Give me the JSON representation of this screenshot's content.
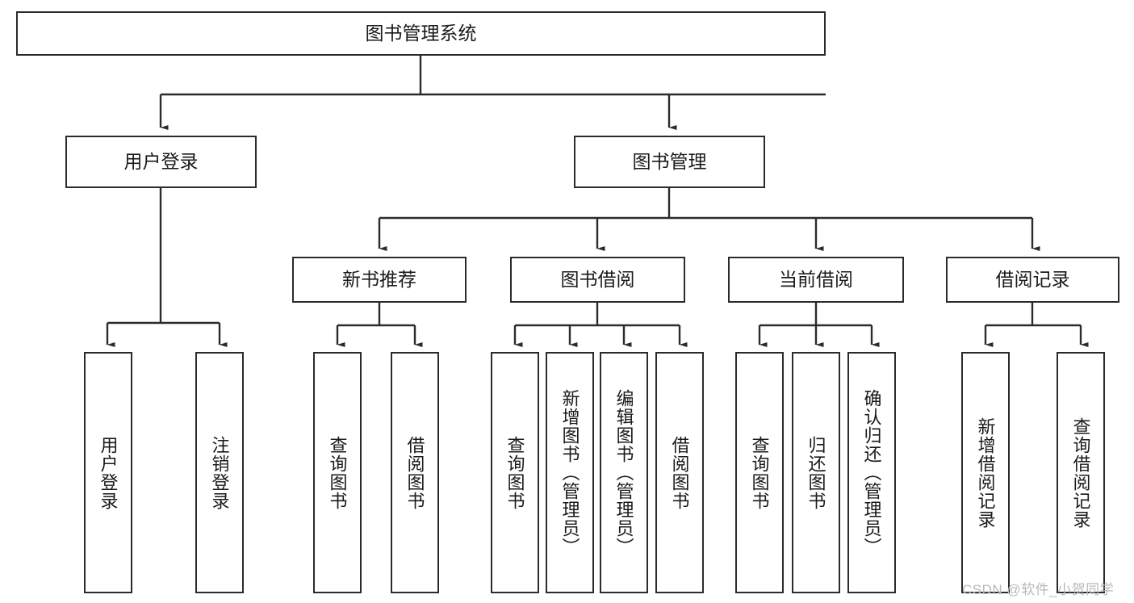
{
  "diagram": {
    "type": "tree-hierarchy-chart",
    "title_text": "图书管理系统",
    "watermark": "CSDN @软件_小贺同学",
    "colors": {
      "box_border": "#2b2b2b",
      "box_fill": "#ffffff",
      "connector": "#2b2b2b",
      "text": "#1a1a1a",
      "watermark": "#b9b9b9",
      "background": "#ffffff"
    },
    "nodes": {
      "root": {
        "label": "图书管理系统"
      },
      "level2": [
        {
          "id": "user-login",
          "label": "用户登录"
        },
        {
          "id": "book-management",
          "label": "图书管理"
        }
      ],
      "level3": [
        {
          "id": "new-book-recommend",
          "label": "新书推荐"
        },
        {
          "id": "book-borrow",
          "label": "图书借阅"
        },
        {
          "id": "current-borrow",
          "label": "当前借阅"
        },
        {
          "id": "borrow-record",
          "label": "借阅记录"
        }
      ],
      "leaves": {
        "user_login": [
          {
            "id": "leaf-user-login",
            "label": "用户登录"
          },
          {
            "id": "leaf-logout-login",
            "label": "注销登录"
          }
        ],
        "new_book_recommend": [
          {
            "id": "leaf-query-book-1",
            "label": "查询图书"
          },
          {
            "id": "leaf-borrow-book-1",
            "label": "借阅图书"
          }
        ],
        "book_borrow": [
          {
            "id": "leaf-query-book-2",
            "label": "查询图书"
          },
          {
            "id": "leaf-add-book",
            "label": "新增图书（管理员）"
          },
          {
            "id": "leaf-edit-book",
            "label": "编辑图书（管理员）"
          },
          {
            "id": "leaf-borrow-book-2",
            "label": "借阅图书"
          }
        ],
        "current_borrow": [
          {
            "id": "leaf-query-book-3",
            "label": "查询图书"
          },
          {
            "id": "leaf-return-book",
            "label": "归还图书"
          },
          {
            "id": "leaf-confirm-return",
            "label": "确认归还（管理员）"
          }
        ],
        "borrow_record": [
          {
            "id": "leaf-add-record",
            "label": "新增借阅记录"
          },
          {
            "id": "leaf-query-record",
            "label": "查询借阅记录"
          }
        ]
      }
    }
  }
}
